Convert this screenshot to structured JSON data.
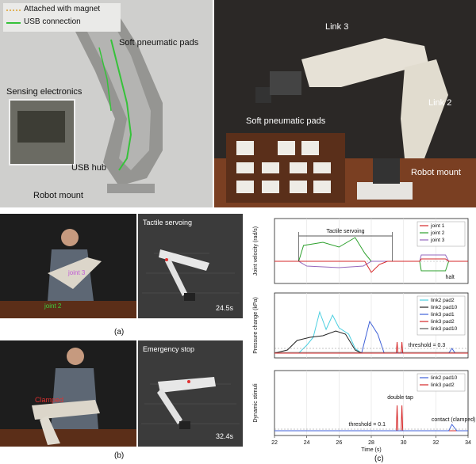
{
  "panel_a_top": {
    "legend": [
      "Attached with magnet",
      "USB connection"
    ],
    "labels": {
      "soft_pads": "Soft pneumatic pads",
      "sensing": "Sensing electronics",
      "usb_hub": "USB hub",
      "robot_mount": "Robot mount"
    }
  },
  "panel_b_top": {
    "labels": {
      "link3": "Link 3",
      "link2": "Link 2",
      "soft_pads": "Soft pneumatic pads",
      "robot_mount": "Robot mount"
    }
  },
  "panel_a_bottom": {
    "title": "Tactile servoing",
    "time": "24.5s",
    "joint3": "joint 3",
    "joint2": "joint 2",
    "caption": "(a)"
  },
  "panel_b_bottom": {
    "title": "Emergency stop",
    "time": "32.4s",
    "clamped": "Clamped",
    "caption": "(b)"
  },
  "panel_c": {
    "caption": "(c)",
    "xlabel": "Time (s)",
    "x_ticks": [
      "22",
      "24",
      "26",
      "28",
      "30",
      "32",
      "34"
    ]
  },
  "chart_data": [
    {
      "type": "line",
      "ylabel": "Joint velocity (rad/s)",
      "annotation_span": "Tactile servoing",
      "annotation_halt": "halt",
      "xlim": [
        22,
        34
      ],
      "series": [
        {
          "name": "joint 1",
          "color": "#d62728"
        },
        {
          "name": "joint 2",
          "color": "#2ca02c"
        },
        {
          "name": "joint 3",
          "color": "#9467bd"
        }
      ]
    },
    {
      "type": "line",
      "ylabel": "Pressure change (kPa)",
      "annotation": "threshold = 0.3",
      "xlim": [
        22,
        34
      ],
      "series": [
        {
          "name": "link2 pad2",
          "color": "#4dd0e1"
        },
        {
          "name": "link2 pad10",
          "color": "#222222"
        },
        {
          "name": "link3 pad1",
          "color": "#4062d8"
        },
        {
          "name": "link3 pad2",
          "color": "#d62728"
        },
        {
          "name": "link3 pad10",
          "color": "#555555"
        }
      ]
    },
    {
      "type": "line",
      "ylabel": "Dynamic stimuli",
      "annotation_threshold": "threshold = 0.1",
      "annotation_tap": "double tap",
      "annotation_contact": "contact (clamped)",
      "xlim": [
        22,
        34
      ],
      "series": [
        {
          "name": "link2 pad10",
          "color": "#4062d8"
        },
        {
          "name": "link3 pad2",
          "color": "#d62728"
        }
      ]
    }
  ]
}
